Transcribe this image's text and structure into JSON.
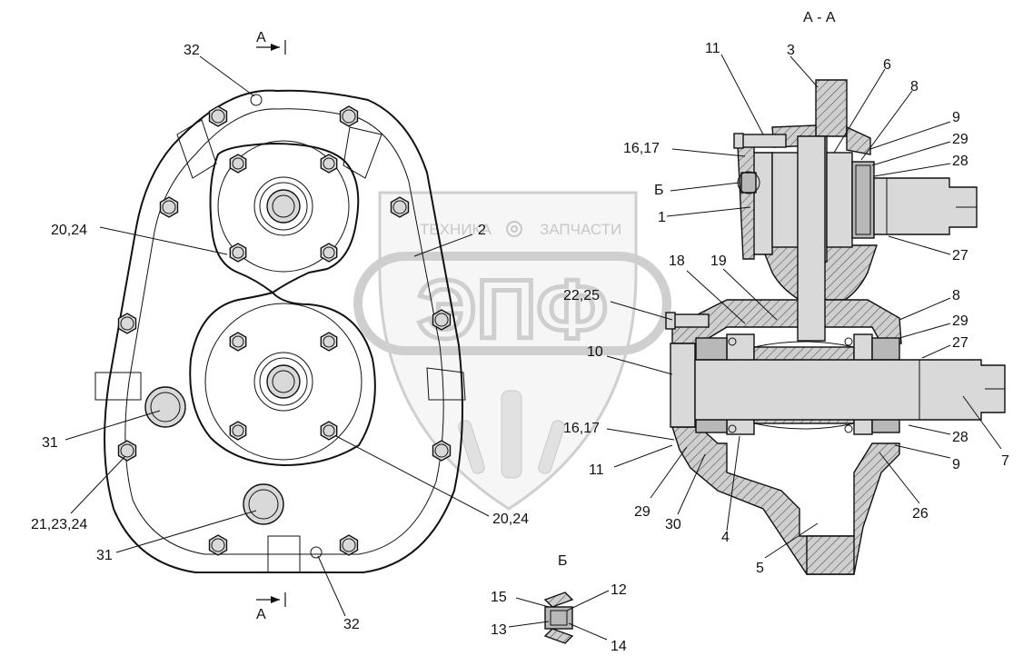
{
  "section_title": "А - А",
  "section_marks": {
    "top": "А",
    "bottom": "А"
  },
  "detail_title": "Б",
  "watermark": {
    "line1_left": "ТЕХНИКА",
    "line1_right": "ЗАПЧАСТИ",
    "logo": "ЭПФ"
  },
  "front_view_labels": [
    "32",
    "20,24",
    "2",
    "31",
    "21,23,24",
    "31",
    "20,24",
    "32"
  ],
  "section_labels": [
    "11",
    "3",
    "6",
    "8",
    "9",
    "29",
    "28",
    "16,17",
    "Б",
    "1",
    "27",
    "18",
    "19",
    "22,25",
    "8",
    "29",
    "27",
    "10",
    "7",
    "16,17",
    "28",
    "11",
    "9",
    "29",
    "30",
    "4",
    "26",
    "5"
  ],
  "detail_labels": [
    "15",
    "12",
    "13",
    "14"
  ]
}
